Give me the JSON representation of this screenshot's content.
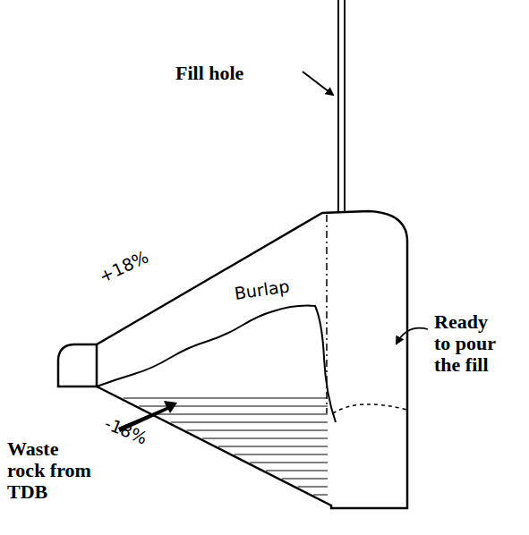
{
  "diagram": {
    "labels": [
      "Fill hole",
      "+18%",
      "Burlap",
      "Ready to pour the fill",
      "Waste rock from TDB",
      "-18%"
    ]
  }
}
